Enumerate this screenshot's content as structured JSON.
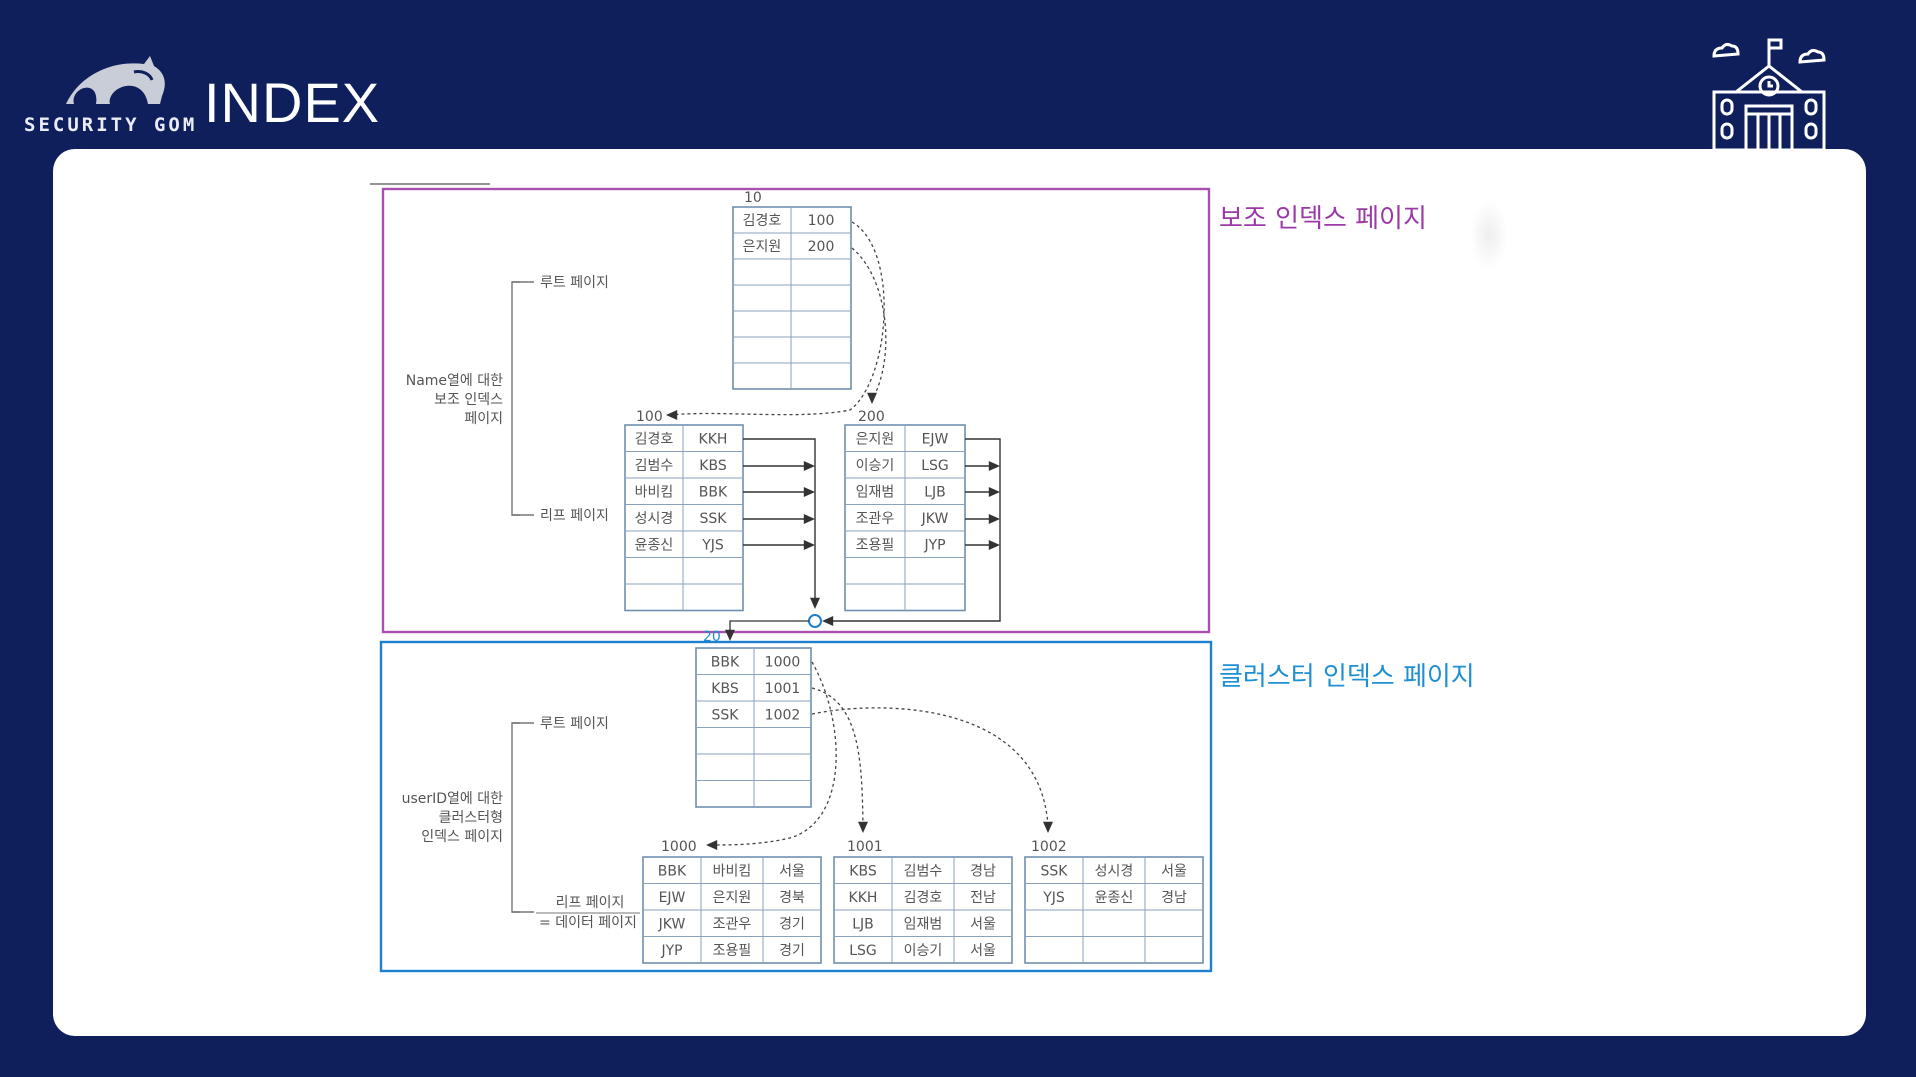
{
  "header": {
    "logo_text": "SECURITY GOM",
    "title": "INDEX"
  },
  "labels": {
    "secondary_index": "보조 인덱스 페이지",
    "cluster_index": "클러스터 인덱스 페이지"
  },
  "secondary": {
    "root_page_no": "10",
    "root_rows": [
      [
        "김경호",
        "100"
      ],
      [
        "은지원",
        "200"
      ],
      [
        "",
        ""
      ],
      [
        "",
        ""
      ],
      [
        "",
        ""
      ],
      [
        "",
        ""
      ],
      [
        "",
        ""
      ]
    ],
    "root_label": "루트 페이지",
    "leaf_label": "리프 페이지",
    "desc_lines": [
      "Name열에 대한",
      "보조 인덱스",
      "페이지"
    ],
    "leaf_pages": [
      {
        "no": "100",
        "rows": [
          [
            "김경호",
            "KKH"
          ],
          [
            "김범수",
            "KBS"
          ],
          [
            "바비킴",
            "BBK"
          ],
          [
            "성시경",
            "SSK"
          ],
          [
            "윤종신",
            "YJS"
          ],
          [
            "",
            ""
          ],
          [
            "",
            ""
          ]
        ]
      },
      {
        "no": "200",
        "rows": [
          [
            "은지원",
            "EJW"
          ],
          [
            "이승기",
            "LSG"
          ],
          [
            "임재범",
            "LJB"
          ],
          [
            "조관우",
            "JKW"
          ],
          [
            "조용필",
            "JYP"
          ],
          [
            "",
            ""
          ],
          [
            "",
            ""
          ]
        ]
      }
    ]
  },
  "cluster": {
    "root_page_no": "20",
    "root_rows": [
      [
        "BBK",
        "1000"
      ],
      [
        "KBS",
        "1001"
      ],
      [
        "SSK",
        "1002"
      ],
      [
        "",
        ""
      ],
      [
        "",
        ""
      ],
      [
        "",
        ""
      ]
    ],
    "root_label": "루트 페이지",
    "leaf_label_lines": [
      "리프 페이지",
      "= 데이터 페이지"
    ],
    "desc_lines": [
      "userID열에 대한",
      "클러스터형",
      "인덱스 페이지"
    ],
    "data_pages": [
      {
        "no": "1000",
        "rows": [
          [
            "BBK",
            "바비킴",
            "서울"
          ],
          [
            "EJW",
            "은지원",
            "경북"
          ],
          [
            "JKW",
            "조관우",
            "경기"
          ],
          [
            "JYP",
            "조용필",
            "경기"
          ]
        ]
      },
      {
        "no": "1001",
        "rows": [
          [
            "KBS",
            "김범수",
            "경남"
          ],
          [
            "KKH",
            "김경호",
            "전남"
          ],
          [
            "LJB",
            "임재범",
            "서울"
          ],
          [
            "LSG",
            "이승기",
            "서울"
          ]
        ]
      },
      {
        "no": "1002",
        "rows": [
          [
            "SSK",
            "성시경",
            "서울"
          ],
          [
            "YJS",
            "윤종신",
            "경남"
          ],
          [
            "",
            "",
            ""
          ],
          [
            "",
            "",
            ""
          ]
        ]
      }
    ]
  },
  "colors": {
    "background": "#0f1f5c",
    "secondary_border": "#a84fb0",
    "cluster_border": "#1f7fcf",
    "secondary_label": "#9b3aa6",
    "cluster_label": "#1f8fd3"
  },
  "icons": [
    "bird-logo-icon",
    "school-building-icon"
  ]
}
